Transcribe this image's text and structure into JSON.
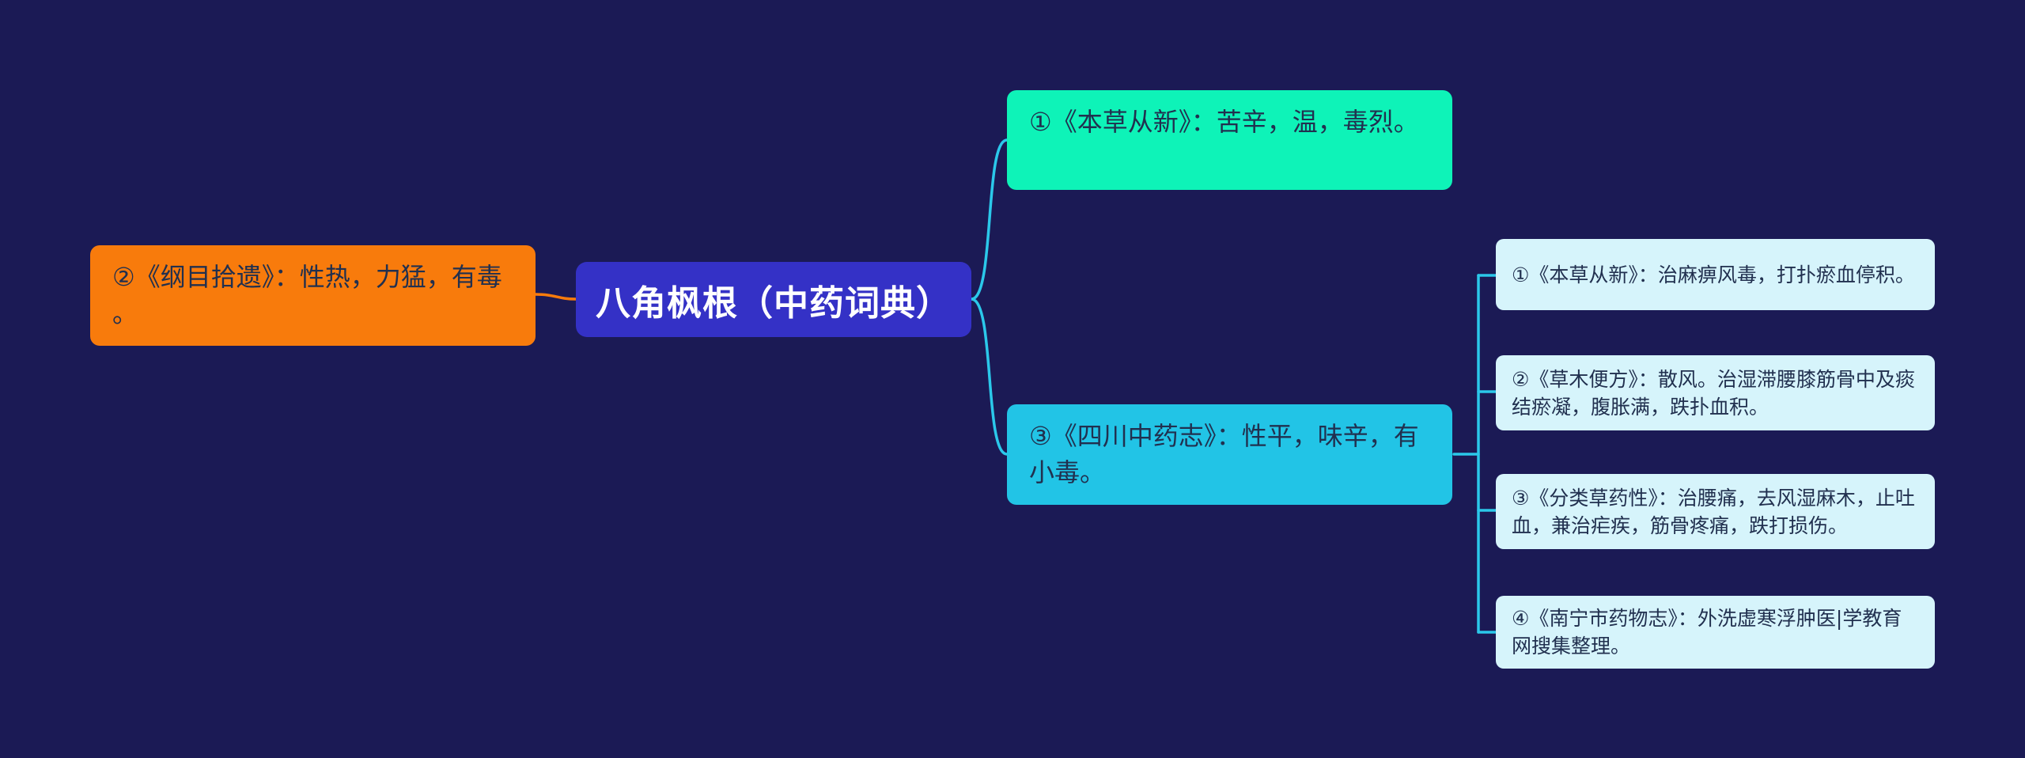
{
  "mindmap": {
    "root": {
      "label": "八角枫根（中药词典）"
    },
    "left_branch": {
      "label": "②《纲目拾遗》：性热，力猛，有毒。"
    },
    "right_branch_top": {
      "label": "①《本草从新》：苦辛，温，毒烈。"
    },
    "right_branch_bottom": {
      "label": "③《四川中药志》：性平，味辛，有小毒。"
    },
    "leaves": [
      {
        "label": "①《本草从新》：治麻痹风毒，打扑瘀血停积。"
      },
      {
        "label": "②《草木便方》：散风。治湿滞腰膝筋骨中及痰结瘀凝，腹胀满，跌扑血积。"
      },
      {
        "label": "③《分类草药性》：治腰痛，去风湿麻木，止吐血，兼治疟疾，筋骨疼痛，跌打损伤。"
      },
      {
        "label": "④《南宁市药物志》：外洗虚寒浮肿医|学教育网搜集整理。"
      }
    ]
  },
  "colors": {
    "background": "#1b1a55",
    "root_fill": "#3431c6",
    "root_text": "#ffffff",
    "left_fill": "#f87b0c",
    "green_fill": "#0ef3b8",
    "cyan_fill": "#22c4e6",
    "leaf_fill": "#d6f4fb",
    "node_text": "#21304f",
    "connector_cyan": "#2bc8ea",
    "connector_orange": "#f87b0c"
  }
}
